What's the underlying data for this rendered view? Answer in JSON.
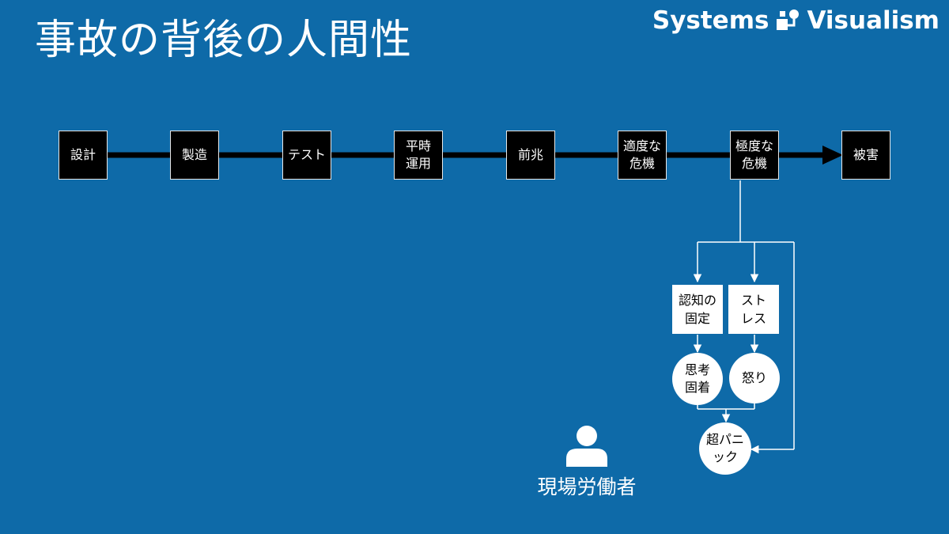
{
  "title": "事故の背後の人間性",
  "brand": {
    "name": "Systems Visualism",
    "word1": "Systems",
    "word2": "Visualism",
    "logo_icon": "flowchart-logo-icon"
  },
  "timeline": {
    "stages": [
      {
        "line1": "設計",
        "line2": ""
      },
      {
        "line1": "製造",
        "line2": ""
      },
      {
        "line1": "テスト",
        "line2": ""
      },
      {
        "line1": "平時",
        "line2": "運用"
      },
      {
        "line1": "前兆",
        "line2": ""
      },
      {
        "line1": "適度な",
        "line2": "危機"
      },
      {
        "line1": "極度な",
        "line2": "危機"
      },
      {
        "line1": "被害",
        "line2": ""
      }
    ]
  },
  "reactions": {
    "cognitive_fixation": {
      "line1": "認知の",
      "line2": "固定"
    },
    "stress": {
      "line1": "スト",
      "line2": "レス"
    },
    "thought_fixation": {
      "line1": "思考",
      "line2": "固着"
    },
    "anger": {
      "line1": "怒り"
    },
    "super_panic": {
      "line1": "超パニ",
      "line2": "ック"
    }
  },
  "worker": {
    "label": "現場労働者",
    "icon": "person-icon"
  },
  "colors": {
    "background": "#0e6aa8",
    "box": "#000000",
    "line": "#ffffff",
    "arrow": "#000000"
  }
}
